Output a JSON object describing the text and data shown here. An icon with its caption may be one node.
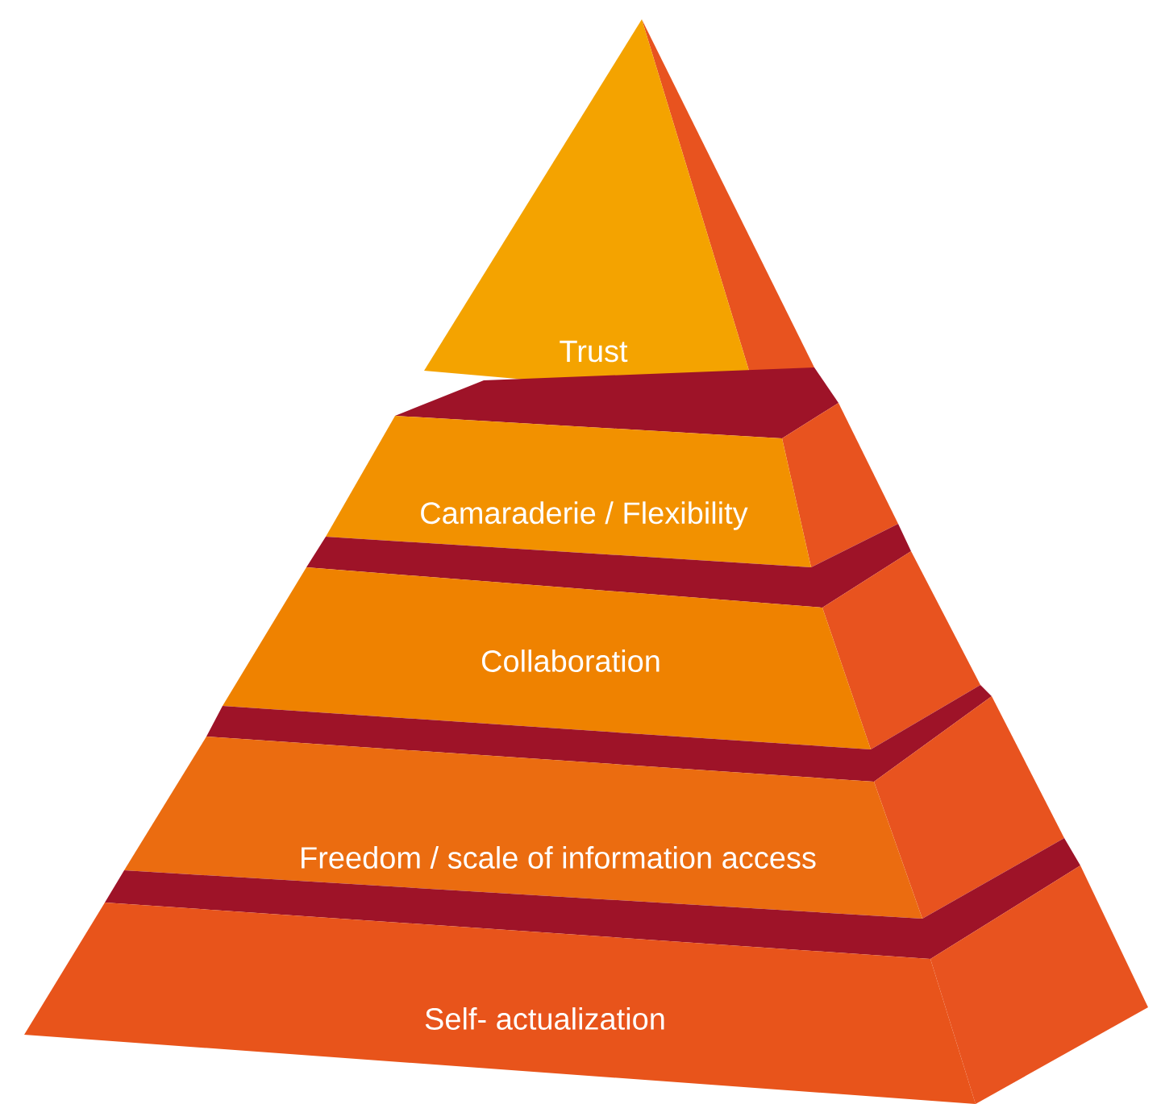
{
  "diagram": {
    "nodes": [
      {
        "text": [
          "Trust"
        ]
      },
      {
        "text": [
          "Camaraderie / Flexibility"
        ]
      },
      {
        "text": [
          "Collaboration"
        ]
      },
      {
        "text": [
          "Freedom / scale of information access"
        ]
      },
      {
        "text": [
          "Self- actualization"
        ]
      }
    ]
  }
}
